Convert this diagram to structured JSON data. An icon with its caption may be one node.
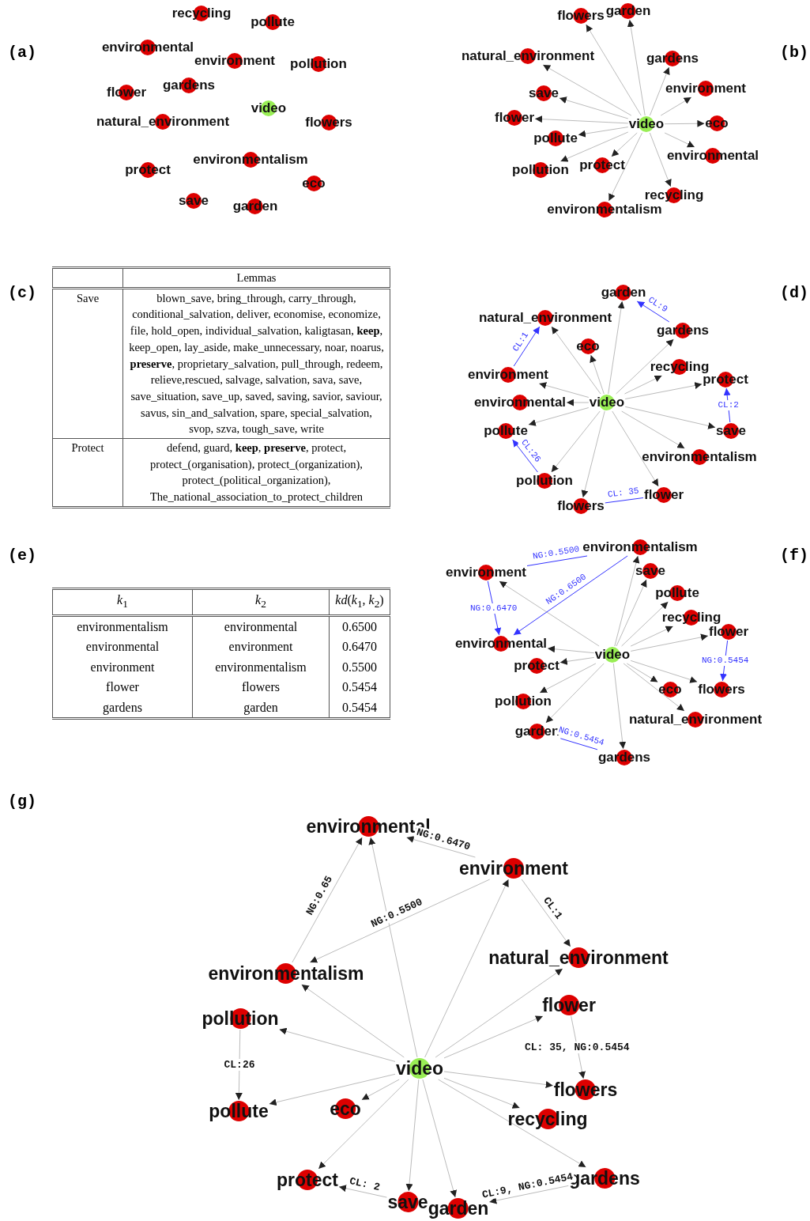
{
  "diagram": {
    "nodes": [
      {
        "text": [
          "recycling"
        ]
      },
      {
        "text": [
          "pollute"
        ]
      },
      {
        "text": [
          "environmental"
        ]
      },
      {
        "text": [
          "environment"
        ]
      },
      {
        "text": [
          "pollution"
        ]
      },
      {
        "text": [
          "gardens"
        ]
      },
      {
        "text": [
          "flower"
        ]
      },
      {
        "text": [
          "video"
        ]
      },
      {
        "text": [
          "natural_environment"
        ]
      },
      {
        "text": [
          "flowers"
        ]
      },
      {
        "text": [
          "environmentalism"
        ]
      },
      {
        "text": [
          "protect"
        ]
      },
      {
        "text": [
          "eco"
        ]
      },
      {
        "text": [
          "save"
        ]
      },
      {
        "text": [
          "garden"
        ]
      },
      {
        "text": [
          "garden"
        ]
      },
      {
        "text": [
          "flowers"
        ]
      },
      {
        "text": [
          "natural_environment"
        ]
      },
      {
        "text": [
          "gardens"
        ]
      },
      {
        "text": [
          "environment"
        ]
      },
      {
        "text": [
          "save"
        ]
      },
      {
        "text": [
          "flower"
        ]
      },
      {
        "text": [
          "video"
        ]
      },
      {
        "text": [
          "eco"
        ]
      },
      {
        "text": [
          "pollute"
        ]
      },
      {
        "text": [
          "environmental"
        ]
      },
      {
        "text": [
          "protect"
        ]
      },
      {
        "text": [
          "pollution"
        ]
      },
      {
        "text": [
          "recycling"
        ]
      },
      {
        "text": [
          "environmentalism"
        ]
      },
      {
        "text": [
          "garden"
        ]
      },
      {
        "text": [
          "natural_environment"
        ]
      },
      {
        "text": [
          "gardens"
        ]
      },
      {
        "text": [
          "eco"
        ]
      },
      {
        "text": [
          "recycling"
        ]
      },
      {
        "text": [
          "environment"
        ]
      },
      {
        "text": [
          "protect"
        ]
      },
      {
        "text": [
          "environmental"
        ]
      },
      {
        "text": [
          "video"
        ]
      },
      {
        "text": [
          "pollute"
        ]
      },
      {
        "text": [
          "save"
        ]
      },
      {
        "text": [
          "environmentalism"
        ]
      },
      {
        "text": [
          "pollution"
        ]
      },
      {
        "text": [
          "flower"
        ]
      },
      {
        "text": [
          "flowers"
        ]
      },
      {
        "text": [
          "environmentalism"
        ]
      },
      {
        "text": [
          "environment"
        ]
      },
      {
        "text": [
          "save"
        ]
      },
      {
        "text": [
          "pollute"
        ]
      },
      {
        "text": [
          "recycling"
        ]
      },
      {
        "text": [
          "flower"
        ]
      },
      {
        "text": [
          "environmental"
        ]
      },
      {
        "text": [
          "video"
        ]
      },
      {
        "text": [
          "protect"
        ]
      },
      {
        "text": [
          "eco"
        ]
      },
      {
        "text": [
          "flowers"
        ]
      },
      {
        "text": [
          "pollution"
        ]
      },
      {
        "text": [
          "natural_environment"
        ]
      },
      {
        "text": [
          "garden"
        ]
      },
      {
        "text": [
          "gardens"
        ]
      },
      {
        "text": [
          "environmental"
        ]
      },
      {
        "text": [
          "environment"
        ]
      },
      {
        "text": [
          "natural_environment"
        ]
      },
      {
        "text": [
          "environmentalism"
        ]
      },
      {
        "text": [
          "flower"
        ]
      },
      {
        "text": [
          "pollution"
        ]
      },
      {
        "text": [
          "video"
        ]
      },
      {
        "text": [
          "flowers"
        ]
      },
      {
        "text": [
          "pollute"
        ]
      },
      {
        "text": [
          "eco"
        ]
      },
      {
        "text": [
          "recycling"
        ]
      },
      {
        "text": [
          "protect"
        ]
      },
      {
        "text": [
          "gardens"
        ]
      },
      {
        "text": [
          "save"
        ]
      },
      {
        "text": [
          "garden"
        ]
      }
    ],
    "edges": [
      {
        "from": 22,
        "to": 15,
        "arrow": "to"
      },
      {
        "from": 22,
        "to": 16,
        "arrow": "to"
      },
      {
        "from": 22,
        "to": 17,
        "arrow": "to"
      },
      {
        "from": 22,
        "to": 18,
        "arrow": "to"
      },
      {
        "from": 22,
        "to": 19,
        "arrow": "to"
      },
      {
        "from": 22,
        "to": 20,
        "arrow": "to"
      },
      {
        "from": 22,
        "to": 21,
        "arrow": "to"
      },
      {
        "from": 22,
        "to": 23,
        "arrow": "to"
      },
      {
        "from": 22,
        "to": 24,
        "arrow": "to"
      },
      {
        "from": 22,
        "to": 25,
        "arrow": "to"
      },
      {
        "from": 22,
        "to": 26,
        "arrow": "to"
      },
      {
        "from": 22,
        "to": 27,
        "arrow": "to"
      },
      {
        "from": 22,
        "to": 28,
        "arrow": "to"
      },
      {
        "from": 22,
        "to": 29,
        "arrow": "to"
      },
      {
        "from": 38,
        "to": 30,
        "arrow": "to"
      },
      {
        "from": 38,
        "to": 31,
        "arrow": "to"
      },
      {
        "from": 38,
        "to": 32,
        "arrow": "to"
      },
      {
        "from": 38,
        "to": 33,
        "arrow": "to"
      },
      {
        "from": 38,
        "to": 34,
        "arrow": "to"
      },
      {
        "from": 38,
        "to": 35,
        "arrow": "to"
      },
      {
        "from": 38,
        "to": 36,
        "arrow": "to"
      },
      {
        "from": 38,
        "to": 37,
        "arrow": "to"
      },
      {
        "from": 38,
        "to": 39,
        "arrow": "to"
      },
      {
        "from": 38,
        "to": 40,
        "arrow": "to"
      },
      {
        "from": 38,
        "to": 41,
        "arrow": "to"
      },
      {
        "from": 38,
        "to": 42,
        "arrow": "to"
      },
      {
        "from": 38,
        "to": 43,
        "arrow": "to"
      },
      {
        "from": 38,
        "to": 44,
        "arrow": "to"
      },
      {
        "from": 32,
        "to": 30,
        "arrow": "to",
        "label": "CL:9",
        "color": "#3333ff"
      },
      {
        "from": 35,
        "to": 31,
        "arrow": "to",
        "label": "CL:1",
        "color": "#3333ff"
      },
      {
        "from": 40,
        "to": 36,
        "arrow": "to",
        "label": "CL:2",
        "color": "#3333ff"
      },
      {
        "from": 42,
        "to": 39,
        "arrow": "to",
        "label": "CL:26",
        "color": "#3333ff"
      },
      {
        "from": 44,
        "to": 43,
        "arrow": "none",
        "label": "CL: 35",
        "color": "#3333ff"
      },
      {
        "from": 52,
        "to": 45,
        "arrow": "to"
      },
      {
        "from": 52,
        "to": 46,
        "arrow": "to"
      },
      {
        "from": 52,
        "to": 47,
        "arrow": "to"
      },
      {
        "from": 52,
        "to": 48,
        "arrow": "to"
      },
      {
        "from": 52,
        "to": 49,
        "arrow": "to"
      },
      {
        "from": 52,
        "to": 50,
        "arrow": "to"
      },
      {
        "from": 52,
        "to": 51,
        "arrow": "to"
      },
      {
        "from": 52,
        "to": 53,
        "arrow": "to"
      },
      {
        "from": 52,
        "to": 54,
        "arrow": "to"
      },
      {
        "from": 52,
        "to": 55,
        "arrow": "to"
      },
      {
        "from": 52,
        "to": 56,
        "arrow": "to"
      },
      {
        "from": 52,
        "to": 57,
        "arrow": "to"
      },
      {
        "from": 52,
        "to": 58,
        "arrow": "to"
      },
      {
        "from": 52,
        "to": 59,
        "arrow": "to"
      },
      {
        "from": 46,
        "to": 45,
        "arrow": "none",
        "label": "NG:0.5500",
        "color": "#3333ff"
      },
      {
        "from": 46,
        "to": 51,
        "arrow": "to",
        "label": "NG:0.6470",
        "color": "#3333ff"
      },
      {
        "from": 45,
        "to": 51,
        "arrow": "to",
        "label": "NG:0.6500",
        "color": "#3333ff"
      },
      {
        "from": 50,
        "to": 55,
        "arrow": "to",
        "label": "NG:0.5454",
        "color": "#3333ff"
      },
      {
        "from": 58,
        "to": 59,
        "arrow": "none",
        "label": "NG:0.5454",
        "color": "#3333ff"
      },
      {
        "from": 66,
        "to": 60,
        "arrow": "to"
      },
      {
        "from": 66,
        "to": 61,
        "arrow": "to"
      },
      {
        "from": 66,
        "to": 62,
        "arrow": "to"
      },
      {
        "from": 66,
        "to": 63,
        "arrow": "to"
      },
      {
        "from": 66,
        "to": 64,
        "arrow": "to"
      },
      {
        "from": 66,
        "to": 65,
        "arrow": "to"
      },
      {
        "from": 66,
        "to": 67,
        "arrow": "to"
      },
      {
        "from": 66,
        "to": 68,
        "arrow": "to"
      },
      {
        "from": 66,
        "to": 69,
        "arrow": "to"
      },
      {
        "from": 66,
        "to": 70,
        "arrow": "to"
      },
      {
        "from": 66,
        "to": 71,
        "arrow": "to"
      },
      {
        "from": 66,
        "to": 72,
        "arrow": "to"
      },
      {
        "from": 66,
        "to": 73,
        "arrow": "to"
      },
      {
        "from": 66,
        "to": 74,
        "arrow": "to"
      },
      {
        "from": 61,
        "to": 60,
        "arrow": "to",
        "label": "NG:0.6470"
      },
      {
        "from": 63,
        "to": 60,
        "arrow": "to",
        "label": "NG:0.65"
      },
      {
        "from": 61,
        "to": 63,
        "arrow": "to",
        "label": "NG:0.5500"
      },
      {
        "from": 61,
        "to": 62,
        "arrow": "to",
        "label": "CL:1"
      },
      {
        "from": 64,
        "to": 67,
        "arrow": "to",
        "label": "CL: 35, NG:0.5454"
      },
      {
        "from": 65,
        "to": 68,
        "arrow": "to",
        "label": "CL:26"
      },
      {
        "from": 73,
        "to": 71,
        "arrow": "to",
        "label": "CL: 2"
      },
      {
        "from": 72,
        "to": 74,
        "arrow": "to",
        "label": "CL:9, NG:0.5454"
      }
    ],
    "labels": [
      "(a)",
      "(b)",
      "(c)",
      "(d)",
      "Lemmas",
      "Save",
      "blown_save, bring_through, carry_through, conditional_salvation, deliver, economise, economize, file, hold_open, individual_salvation, kaligtasan, **keep**, keep_open, lay_aside, make_unnecessary, noar, noarus, **preserve**, proprietary_salvation, pull_through, redeem, relieve,rescued, salvage, salvation, sava, save, save_situation, save_up, saved, saving, savior, saviour, savus, sin_and_salvation, spare, special_salvation, svop, szva, tough_save, write",
      "Protect",
      "defend, guard, **keep**, **preserve**, protect, protect_(organisation), protect_(organization), protect_(political_organization), The_national_association_to_protect_children",
      "(e)",
      "(f)",
      "*k*$_{1}$",
      "*k*$_{2}$",
      "*kd*(*k*$_{1}$, *k*$_{2}$)",
      "environmentalism",
      "environmental",
      "0.6500",
      "environmental",
      "environment",
      "0.6470",
      "environment",
      "environmentalism",
      "0.5500",
      "flower",
      "flowers",
      "0.5454",
      "gardens",
      "garden",
      "0.5454",
      "(g)"
    ]
  }
}
